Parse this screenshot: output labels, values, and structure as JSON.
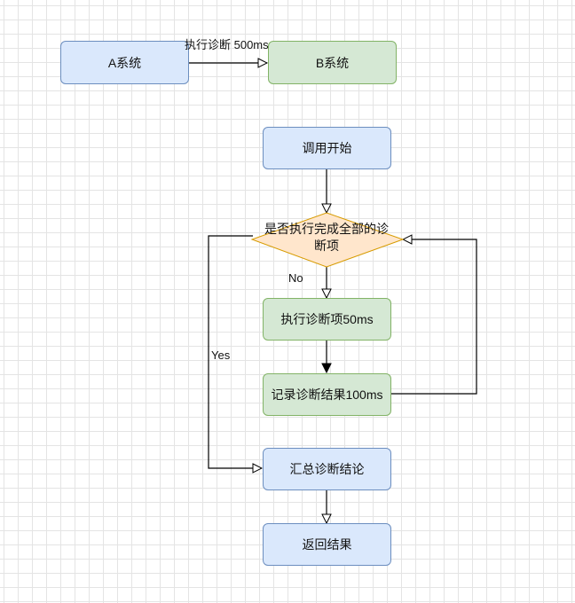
{
  "top": {
    "system_a": "A系统",
    "system_b": "B系统",
    "edge_label": "执行诊断 500ms"
  },
  "flow": {
    "start": "调用开始",
    "decision_line1": "是否执行完成全部的诊",
    "decision_line2": "断项",
    "no_label": "No",
    "yes_label": "Yes",
    "execute": "执行诊断项50ms",
    "record": "记录诊断结果100ms",
    "summary": "汇总诊断结论",
    "return": "返回结果"
  },
  "colors": {
    "blue_fill": "#dae8fc",
    "blue_stroke": "#6c8ebf",
    "green_fill": "#d5e8d4",
    "green_stroke": "#82b366",
    "diamond_fill": "#ffe6cc",
    "diamond_stroke": "#d79b00"
  }
}
